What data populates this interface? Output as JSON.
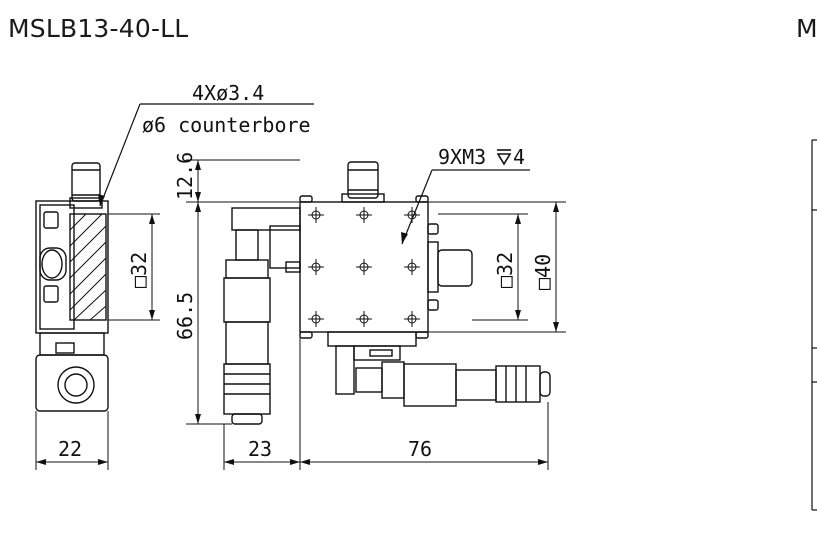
{
  "titles": {
    "primary": "MSLB13-40-LL",
    "secondary": "M"
  },
  "annotations": {
    "holes": "4Xø3.4",
    "counterbore": "ø6 counterbore",
    "tapped": "9XM3",
    "tapped_depth": "4"
  },
  "dimensions": {
    "d_12_6": "12.6",
    "d_66_5": "66.5",
    "d_32_left": "□32",
    "d_32_right": "□32",
    "d_40": "□40",
    "d_22": "22",
    "d_23": "23",
    "d_76": "76"
  }
}
